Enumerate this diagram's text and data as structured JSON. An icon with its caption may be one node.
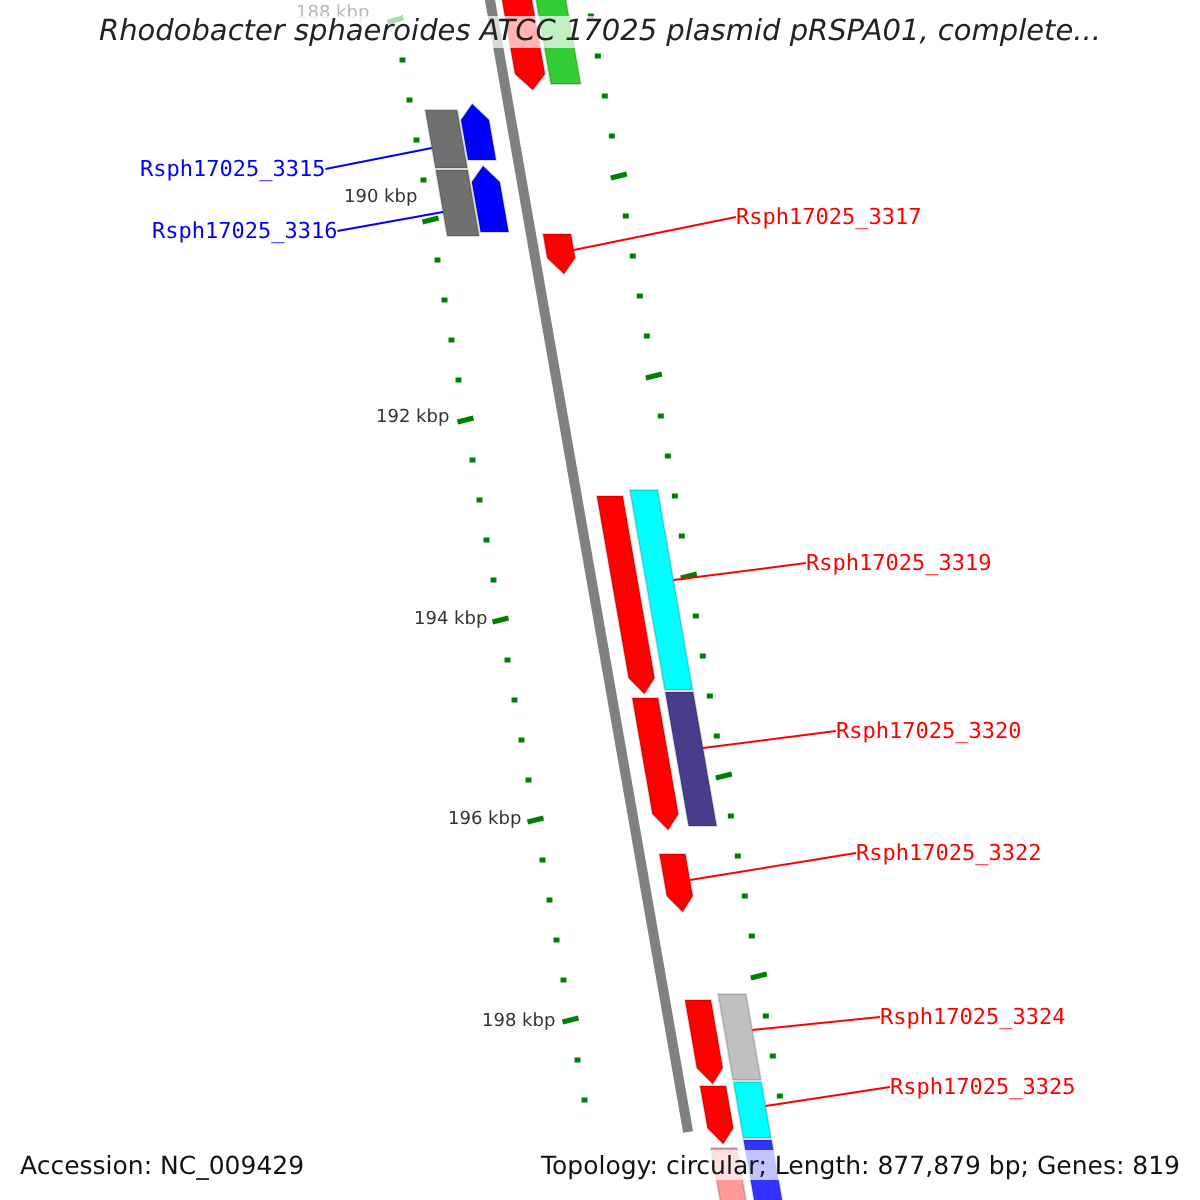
{
  "diagram": {
    "title": "Rhodobacter sphaeroides ATCC 17025 plasmid pRSPA01, complete...",
    "nodes": [
      {
        "text": [
          "Rsph17025_3315"
        ]
      },
      {
        "text": [],
        "shape": "bar"
      },
      {
        "text": [
          "Rsph17025_3316"
        ]
      },
      {
        "text": [],
        "shape": "bar"
      },
      {
        "text": [
          "Rsph17025_3317"
        ]
      },
      {
        "text": [],
        "shape": "arrow"
      },
      {
        "text": [
          "Rsph17025_3319"
        ]
      },
      {
        "text": [],
        "shape": "bar"
      },
      {
        "text": [
          "Rsph17025_3320"
        ]
      },
      {
        "text": [],
        "shape": "bar"
      },
      {
        "text": [
          "Rsph17025_3322"
        ]
      },
      {
        "text": [],
        "shape": "arrow"
      },
      {
        "text": [
          "Rsph17025_3324"
        ]
      },
      {
        "text": [],
        "shape": "bar"
      },
      {
        "text": [
          "Rsph17025_3325"
        ]
      },
      {
        "text": [],
        "shape": "bar"
      },
      {
        "text": [],
        "shape": "arrow"
      },
      {
        "text": [],
        "shape": "bar"
      },
      {
        "text": [],
        "shape": "arrow"
      },
      {
        "text": [],
        "shape": "arrow"
      },
      {
        "text": [],
        "shape": "arrow"
      },
      {
        "text": [],
        "shape": "arrow"
      },
      {
        "text": [],
        "shape": "arrow"
      },
      {
        "text": [],
        "shape": "arrow"
      },
      {
        "text": [],
        "shape": "bar"
      },
      {
        "text": [],
        "shape": "bar"
      }
    ],
    "edges": [
      {
        "from": 0,
        "to": 1,
        "arrow": "none",
        "color": "#0000ff"
      },
      {
        "from": 2,
        "to": 3,
        "arrow": "none",
        "color": "#0000ff"
      },
      {
        "from": 4,
        "to": 5,
        "arrow": "none"
      },
      {
        "from": 6,
        "to": 7,
        "arrow": "none"
      },
      {
        "from": 8,
        "to": 9,
        "arrow": "none"
      },
      {
        "from": 10,
        "to": 11,
        "arrow": "none"
      },
      {
        "from": 12,
        "to": 13,
        "arrow": "none"
      },
      {
        "from": 14,
        "to": 15,
        "arrow": "none"
      }
    ],
    "labels": [
      "188 kbp",
      "190 kbp",
      "192 kbp",
      "194 kbp",
      "196 kbp",
      "198 kbp",
      "Accession: NC_009429",
      "Topology: circular; Length: 877,879 bp; Genes: 819"
    ]
  }
}
